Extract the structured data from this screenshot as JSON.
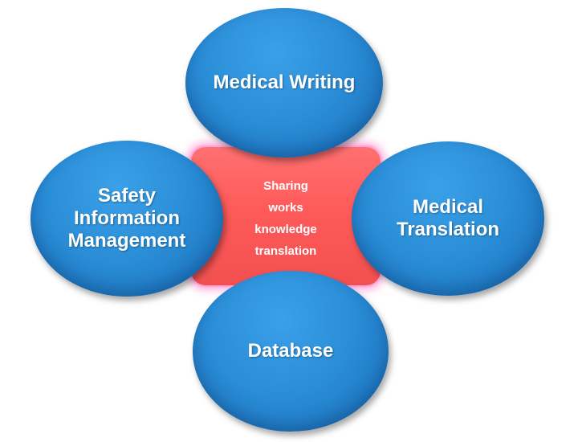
{
  "center": {
    "lines": [
      "Sharing",
      "works",
      "knowledge",
      "translation"
    ]
  },
  "circles": {
    "top": "Medical Writing",
    "left": "Safety Information Management",
    "right": "Medical Translation",
    "bottom": "Database"
  },
  "colors": {
    "circle_fill": "#2b8fd8",
    "center_fill": "#ff5a5a",
    "center_glow": "#ff96d2",
    "text": "#ffffff"
  }
}
